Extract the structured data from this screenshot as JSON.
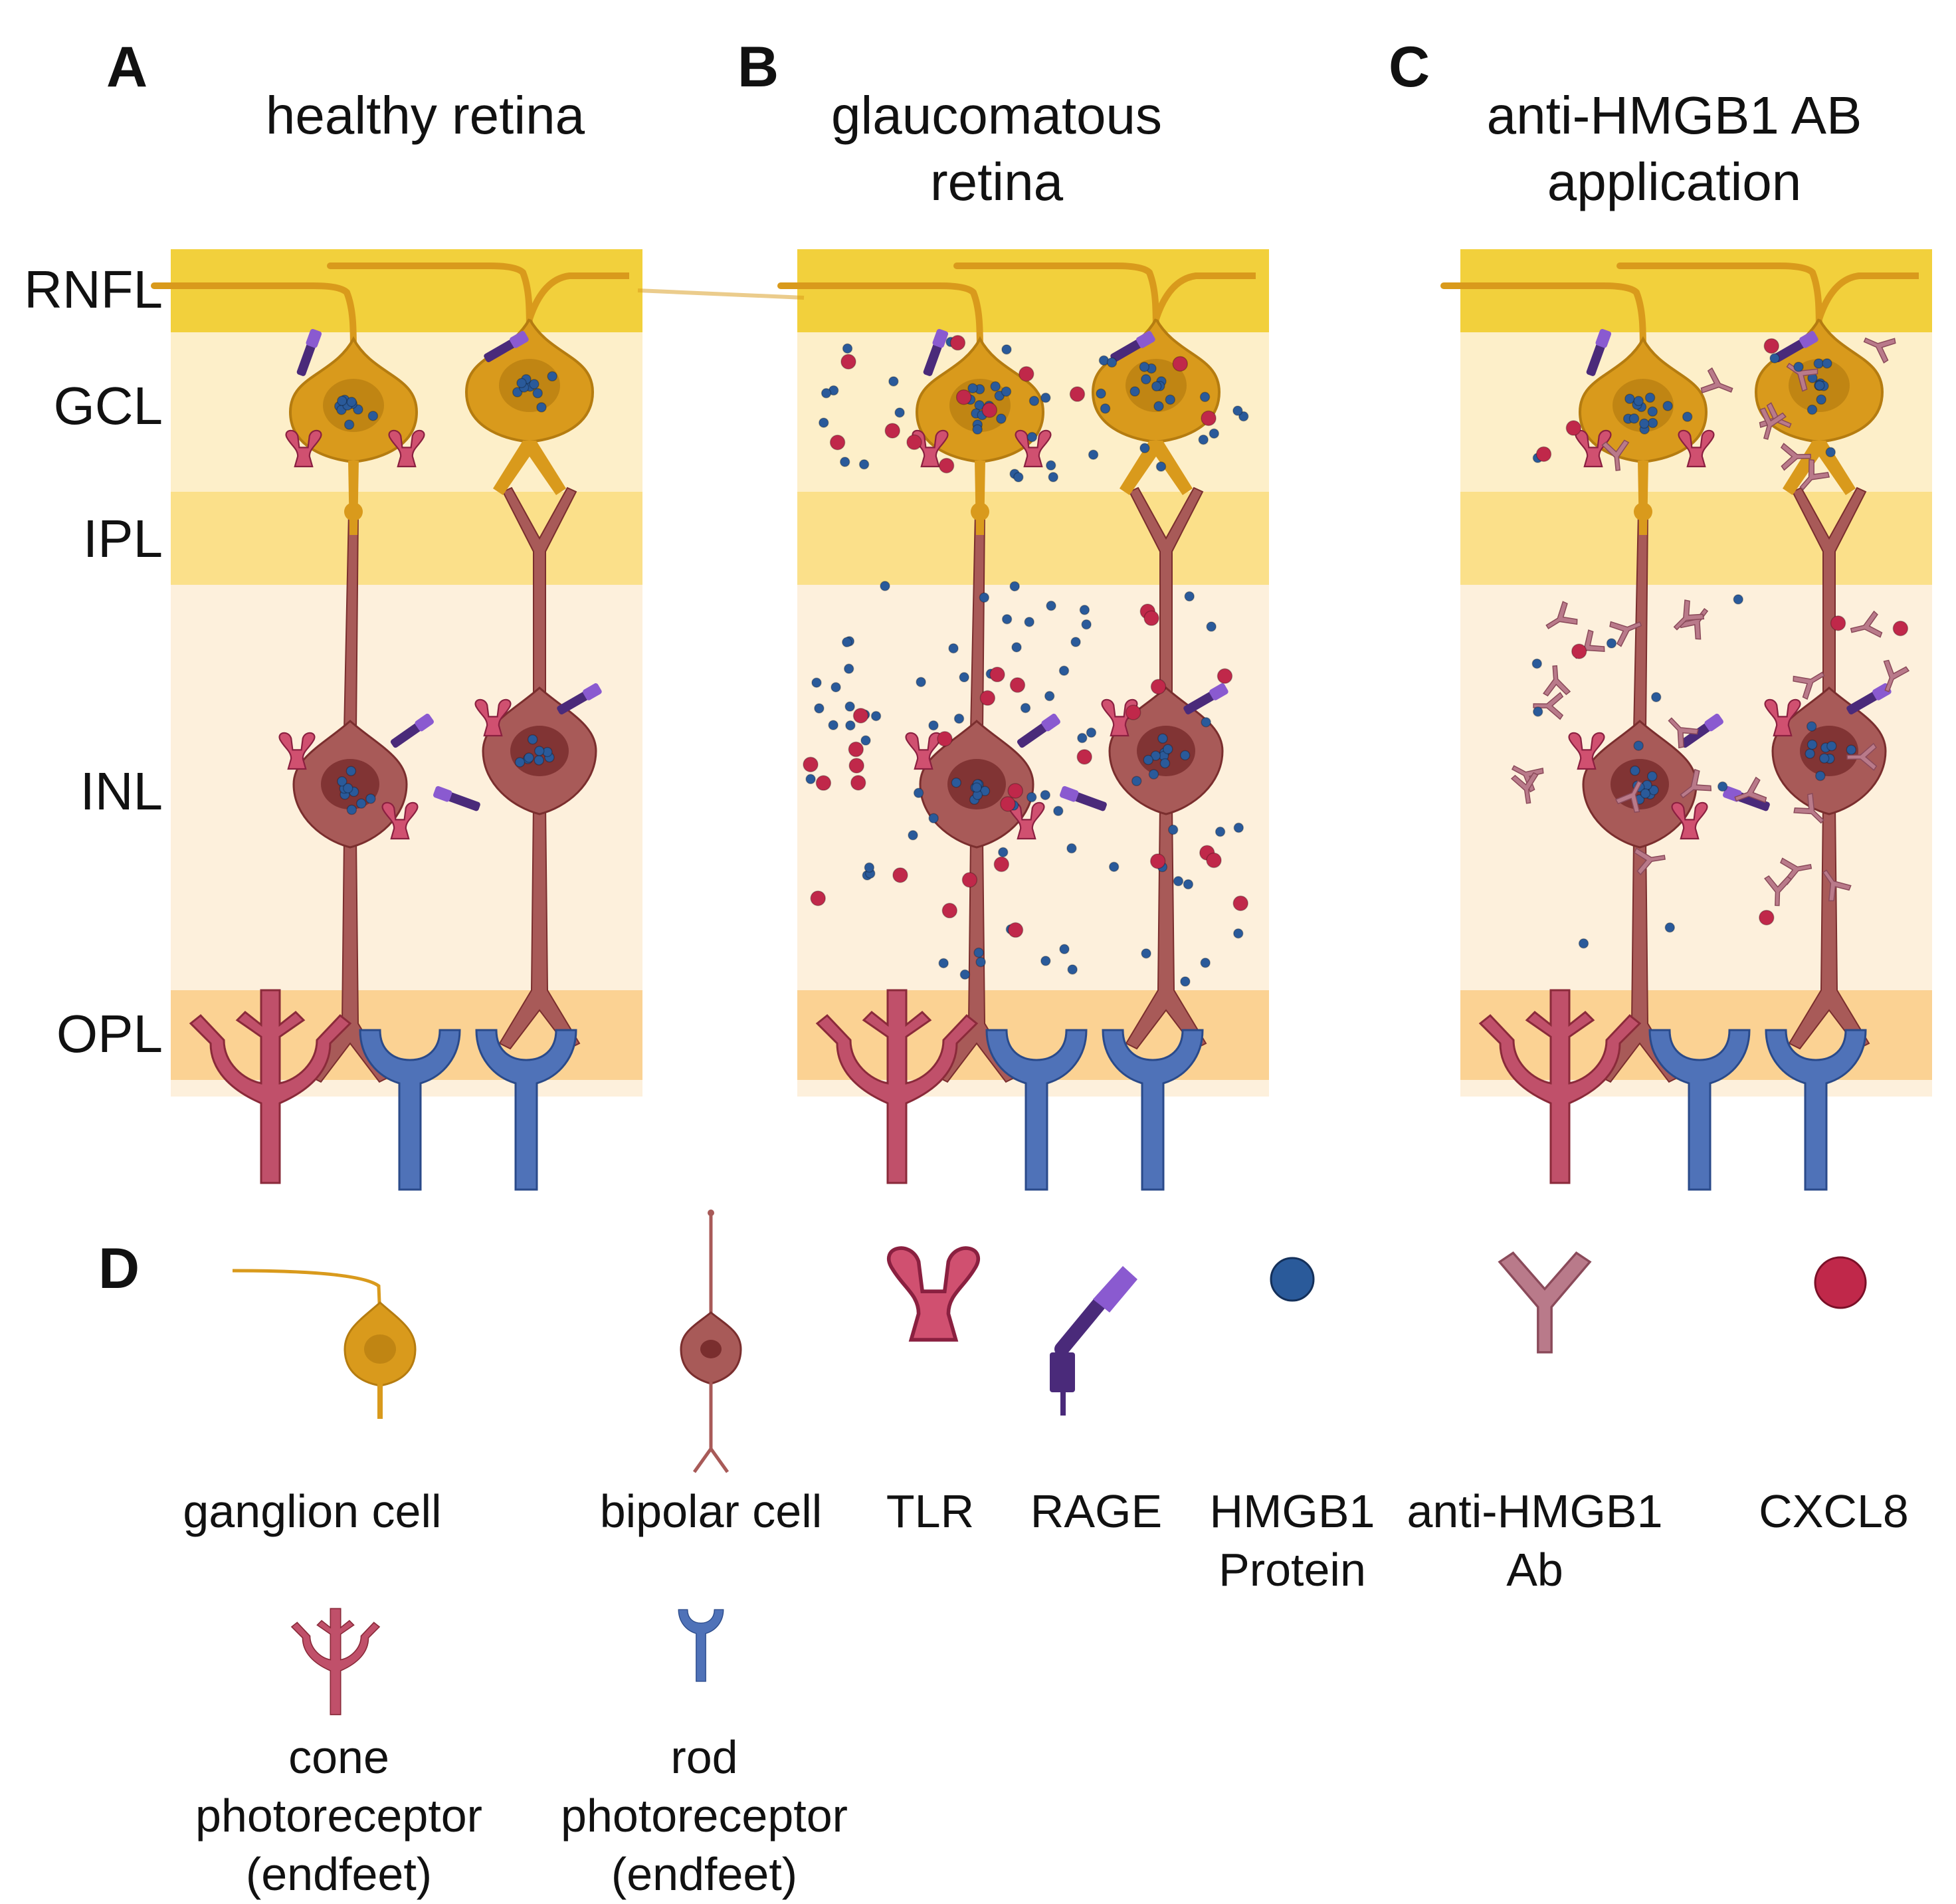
{
  "panels": [
    {
      "letter": "A",
      "title": "healthy retina"
    },
    {
      "letter": "B",
      "title": "glaucomatous retina"
    },
    {
      "letter": "C",
      "title": "anti-HMGB1 AB application"
    }
  ],
  "layers": [
    "RNFL",
    "GCL",
    "IPL",
    "INL",
    "OPL"
  ],
  "legend": {
    "letter": "D",
    "items": [
      {
        "key": "ganglion",
        "label": "ganglion cell",
        "icon": "ganglion-cell-icon"
      },
      {
        "key": "bipolar",
        "label": "bipolar cell",
        "icon": "bipolar-cell-icon"
      },
      {
        "key": "tlr",
        "label": "TLR",
        "icon": "tlr-receptor-icon"
      },
      {
        "key": "rage",
        "label": "RAGE",
        "icon": "rage-receptor-icon"
      },
      {
        "key": "hmgb1",
        "label": "HMGB1 Protein",
        "icon": "hmgb1-protein-icon"
      },
      {
        "key": "ab",
        "label": "anti-HMGB1 Ab",
        "icon": "antibody-icon"
      },
      {
        "key": "cxcl8",
        "label": "CXCL8",
        "icon": "cxcl8-icon"
      },
      {
        "key": "cone",
        "label": "cone photoreceptor (endfeet)",
        "icon": "cone-photoreceptor-icon"
      },
      {
        "key": "rod",
        "label": "rod photoreceptor (endfeet)",
        "icon": "rod-photoreceptor-icon"
      }
    ]
  },
  "colors": {
    "rnfl": "#f2d03c",
    "gcl": "#fdefc9",
    "ipl": "#fbe08a",
    "inl": "#fdf0dc",
    "opl": "#fbd293",
    "ganglion": "#d99a1c",
    "ganglion_dark": "#b57c10",
    "bipolar": "#a85a58",
    "bipolar_dark": "#7a2e2e",
    "cone": "#c0506a",
    "rod": "#4f72b8",
    "hmgb1": "#2a5a9a",
    "cxcl8": "#c0284a",
    "tlr": "#d05070",
    "rage": "#4a2a7a",
    "antibody": "#b97a8a"
  }
}
